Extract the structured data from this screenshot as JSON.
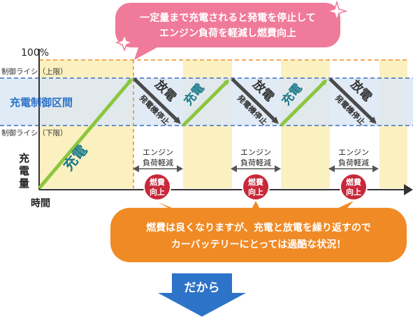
{
  "callout_top": {
    "line1": "一定量まで充電されると発電を停止して",
    "line2": "エンジン負荷を軽減し燃費向上"
  },
  "axis": {
    "max_label": "100%",
    "y_label_chars": [
      "充",
      "電",
      "量"
    ],
    "x_label": "時間"
  },
  "control": {
    "upper_limit": "制御ライシ（上限）",
    "lower_limit": "制御ライシ（下限）",
    "band_label": "充電制御区間"
  },
  "charge_label": "充電",
  "discharge_label": "放電",
  "generator_stop_label": "発電機停止",
  "engine_load_line1": "エンジン",
  "engine_load_line2": "負荷軽減",
  "fuel_badge_line1": "燃費",
  "fuel_badge_line2": "向上",
  "callout_bottom": {
    "line1": "燃費は良くなりますが、充電と放電を繰り返すので",
    "line2": "カーバッテリーにとっては過酷な状況！"
  },
  "conclusion": "だから",
  "colors": {
    "pink_callout": "#f07a9a",
    "orange_callout": "#f08a25",
    "control_band": "#dce8f4",
    "dashed_blue": "#3a6fc4",
    "dashed_orange": "#f08a25",
    "yellow_column": "#fbf0c0",
    "green_arrow": "#8cc63f",
    "dark_arrow": "#4a4a4a",
    "badge_red": "#c8283a",
    "blue_arrow": "#2d73c8",
    "teal_text": "#1a7a8a"
  }
}
